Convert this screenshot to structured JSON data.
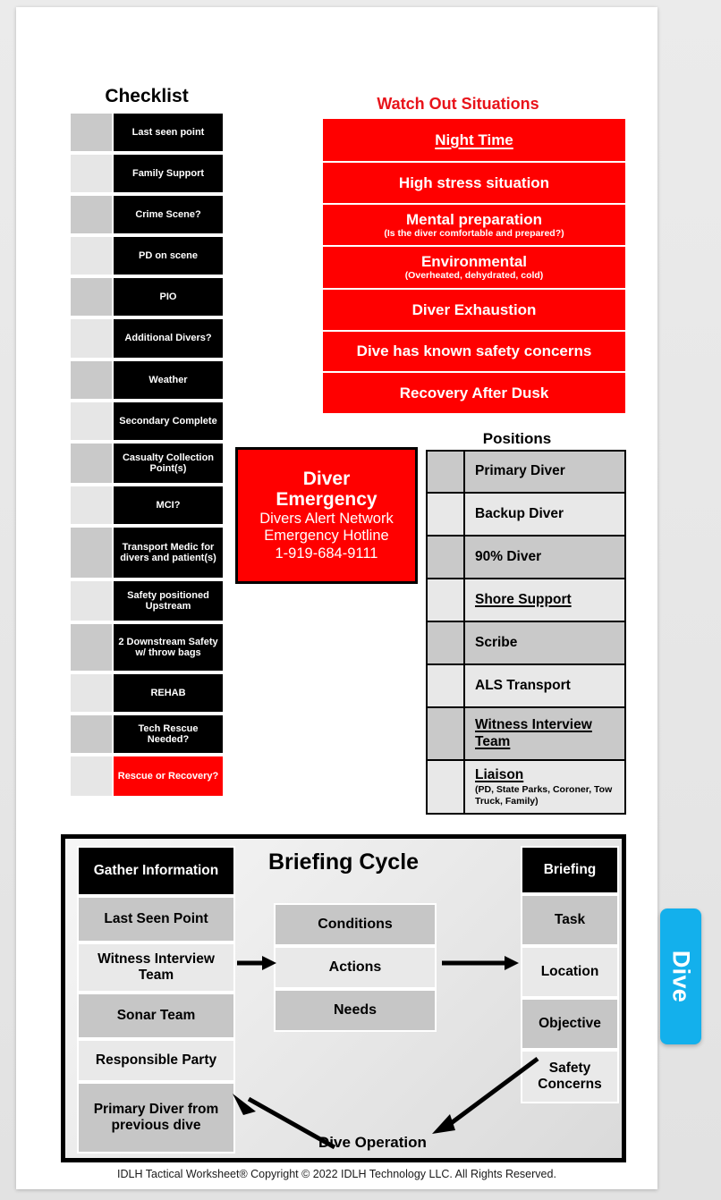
{
  "side_tab": {
    "label": "Dive",
    "color": "#13b0ec"
  },
  "checklist": {
    "title": "Checklist",
    "items": [
      {
        "label": "Last seen point",
        "style": "black"
      },
      {
        "label": "Family Support",
        "style": "black"
      },
      {
        "label": "Crime Scene?",
        "style": "black"
      },
      {
        "label": "PD on scene",
        "style": "black"
      },
      {
        "label": "PIO",
        "style": "black"
      },
      {
        "label": "Additional Divers?",
        "style": "black"
      },
      {
        "label": "Weather",
        "style": "black"
      },
      {
        "label": "Secondary Complete",
        "style": "black"
      },
      {
        "label": "Casualty Collection Point(s)",
        "style": "black"
      },
      {
        "label": "MCI?",
        "style": "black"
      },
      {
        "label": "Transport Medic for divers and patient(s)",
        "style": "black"
      },
      {
        "label": "Safety positioned Upstream",
        "style": "black"
      },
      {
        "label": "2 Downstream Safety w/ throw bags",
        "style": "black"
      },
      {
        "label": "REHAB",
        "style": "black"
      },
      {
        "label": "Tech Rescue Needed?",
        "style": "black"
      },
      {
        "label": "Rescue or Recovery?",
        "style": "red"
      }
    ]
  },
  "watch_out": {
    "title": "Watch Out Situations",
    "title_color": "#e8131a",
    "row_color": "#ff0000",
    "items": [
      {
        "main": "Night Time",
        "sub": "",
        "underline": true
      },
      {
        "main": "High stress situation",
        "sub": "",
        "underline": false
      },
      {
        "main": "Mental preparation",
        "sub": "(Is the diver comfortable and prepared?)",
        "underline": false
      },
      {
        "main": "Environmental",
        "sub": "(Overheated, dehydrated, cold)",
        "underline": false
      },
      {
        "main": "Diver Exhaustion",
        "sub": "",
        "underline": false
      },
      {
        "main": "Dive has known safety concerns",
        "sub": "",
        "underline": false
      },
      {
        "main": "Recovery After Dusk",
        "sub": "",
        "underline": false
      }
    ]
  },
  "emergency": {
    "line1": "Diver",
    "line2": "Emergency",
    "line3": "Divers Alert Network",
    "line4": "Emergency Hotline",
    "line5": "1-919-684-9111",
    "bg": "#ff0000"
  },
  "positions": {
    "title": "Positions",
    "items": [
      {
        "main": "Primary Diver",
        "sub": "",
        "underline": false
      },
      {
        "main": "Backup Diver",
        "sub": "",
        "underline": false
      },
      {
        "main": "90% Diver",
        "sub": "",
        "underline": false
      },
      {
        "main": "Shore Support",
        "sub": "",
        "underline": true
      },
      {
        "main": "Scribe",
        "sub": "",
        "underline": false
      },
      {
        "main": "ALS Transport",
        "sub": "",
        "underline": false
      },
      {
        "main": "Witness Interview Team",
        "sub": "",
        "underline": true
      },
      {
        "main": "Liaison",
        "sub": "(PD, State Parks, Coroner, Tow Truck, Family)",
        "underline": true
      }
    ]
  },
  "briefing": {
    "title": "Briefing Cycle",
    "dive_operation": "Dive Operation",
    "left_column": [
      {
        "label": "Gather Information",
        "style": "dark",
        "h": 56
      },
      {
        "label": "Last Seen Point",
        "style": "g1",
        "h": 52
      },
      {
        "label": "Witness Interview Team",
        "style": "g2",
        "h": 56
      },
      {
        "label": "Sonar Team",
        "style": "g1",
        "h": 52
      },
      {
        "label": "Responsible Party",
        "style": "g2",
        "h": 48
      },
      {
        "label": "Primary Diver from previous dive",
        "style": "g1",
        "h": 80
      }
    ],
    "middle_column": [
      {
        "label": "Conditions",
        "style": "g1"
      },
      {
        "label": "Actions",
        "style": "g2"
      },
      {
        "label": "Needs",
        "style": "g1"
      }
    ],
    "right_column": [
      {
        "label": "Briefing",
        "style": "dark",
        "h": 54
      },
      {
        "label": "Task",
        "style": "g1",
        "h": 58
      },
      {
        "label": "Location",
        "style": "g2",
        "h": 58
      },
      {
        "label": "Objective",
        "style": "g1",
        "h": 58
      },
      {
        "label": "Safety Concerns",
        "style": "g2",
        "h": 60
      }
    ]
  },
  "footer": {
    "text": "IDLH Tactical Worksheet®  Copyright © 2022 IDLH Technology LLC. All Rights Reserved."
  }
}
